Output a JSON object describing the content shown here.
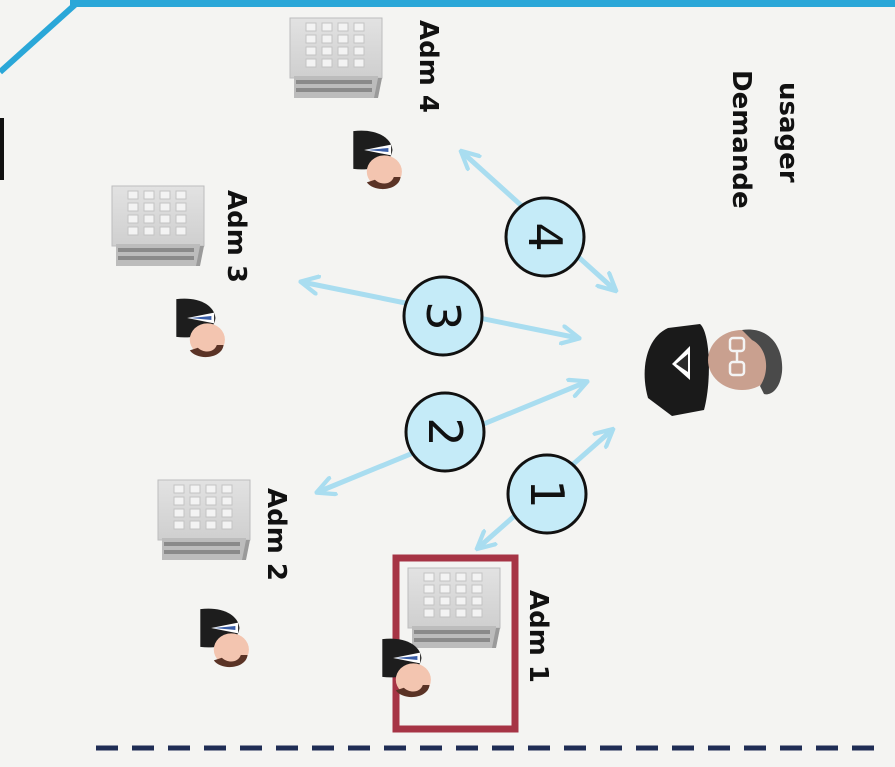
{
  "user": {
    "label_line1": "Demande",
    "label_line2": "usager"
  },
  "administrations": [
    {
      "label": "Adm 1",
      "number": "1",
      "highlighted": true
    },
    {
      "label": "Adm 2",
      "number": "2",
      "highlighted": false
    },
    {
      "label": "Adm 3",
      "number": "3",
      "highlighted": false
    },
    {
      "label": "Adm 4",
      "number": "4",
      "highlighted": false
    }
  ],
  "colors": {
    "arrow": "#a9ddf0",
    "circle_fill": "#c5ebf8",
    "highlight_frame": "#a63445",
    "top_band": "#2aa7d8",
    "dashed_line": "#1f2d55"
  }
}
